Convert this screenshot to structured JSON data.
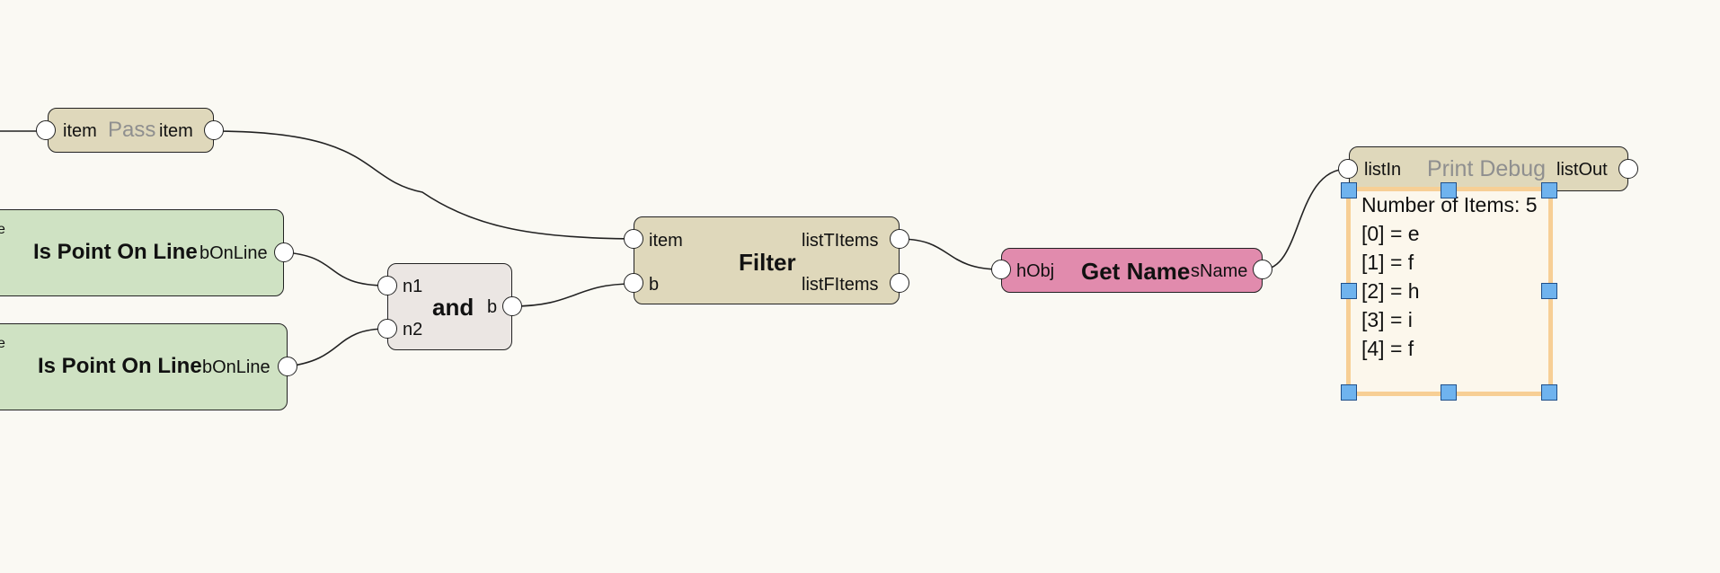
{
  "nodes": {
    "pass": {
      "in_label": "item",
      "title": "Pass",
      "out_label": "item"
    },
    "point_on_line_1": {
      "title": "Is Point On Line",
      "out_label": "bOnLine",
      "in_label_partial": "e"
    },
    "point_on_line_2": {
      "title": "Is Point On Line",
      "out_label": "bOnLine",
      "in_label_partial": "e"
    },
    "and": {
      "in1_label": "n1",
      "in2_label": "n2",
      "title": "and",
      "out_label": "b"
    },
    "filter": {
      "in1_label": "item",
      "in2_label": "b",
      "title": "Filter",
      "out1_label": "listTItems",
      "out2_label": "listFItems"
    },
    "get_name": {
      "in_label": "hObj",
      "title": "Get Name",
      "out_label": "sName"
    },
    "print_debug": {
      "in_label": "listIn",
      "title": "Print Debug",
      "out_label": "listOut",
      "output_lines": [
        "Number of Items: 5",
        "[0] = e",
        "[1] = f",
        "[2] = h",
        "[3] = i",
        "[4] = f"
      ]
    }
  },
  "colors": {
    "background": "#faf9f3",
    "control_node": "#dfd8bb",
    "geometry_node": "#cfe2c3",
    "logic_node": "#ebe6e3",
    "object_node": "#e18bad",
    "selection_border": "#f7cf95",
    "selection_handle": "#6fb3ee"
  }
}
